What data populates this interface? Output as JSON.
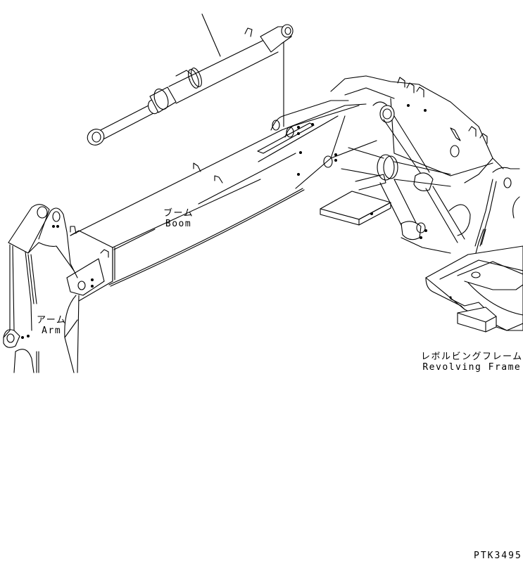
{
  "diagram": {
    "type": "exploded parts illustration (line drawing)",
    "subject": "Hydraulic excavator boom assembly with boom cylinder, arm and revolving frame",
    "line_color": "#000000",
    "background": "#ffffff"
  },
  "labels": {
    "boom": {
      "jp": "ブーム",
      "en": "Boom"
    },
    "arm": {
      "jp": "アーム",
      "en": "Arm"
    },
    "revolving_frame": {
      "jp": "レボルビングフレーム",
      "en": "Revolving Frame"
    }
  },
  "components": [
    {
      "id": "boom-cylinder",
      "desc": "Hydraulic cylinder shown above boom with leader line"
    },
    {
      "id": "boom",
      "desc": "Main boom"
    },
    {
      "id": "arm",
      "desc": "Arm attached at boom tip"
    },
    {
      "id": "revolving-frame",
      "desc": "Upper structure revolving frame"
    }
  ],
  "drawing_code": "PTK3495"
}
